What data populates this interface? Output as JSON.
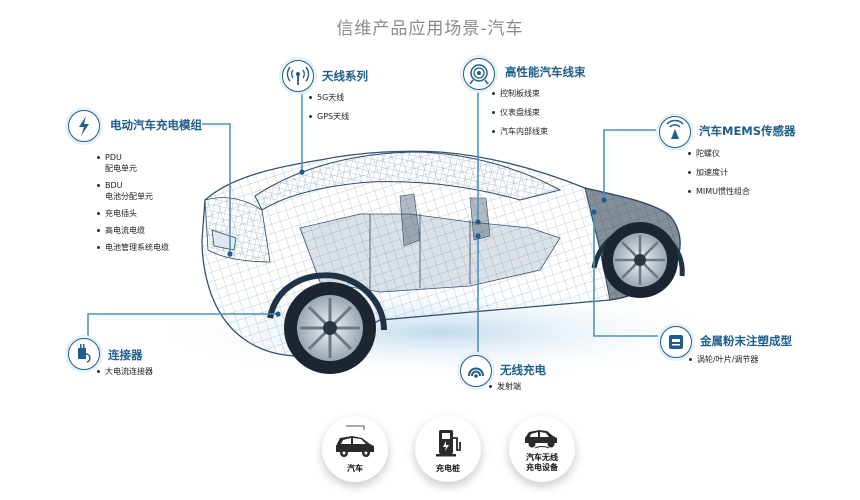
{
  "title": "信维产品应用场景-汽车",
  "categories": {
    "ev_module": {
      "heading": "电动汽车充电模组",
      "items": [
        [
          "PDU",
          "配电单元"
        ],
        [
          "BDU",
          "电池分配单元"
        ],
        [
          "充电插头"
        ],
        [
          "高电流电缆"
        ],
        [
          "电池管理系统电缆"
        ]
      ]
    },
    "antenna": {
      "heading": "天线系列",
      "items": [
        [
          "5G天线"
        ],
        [
          "GPS天线"
        ]
      ]
    },
    "harness": {
      "heading": "高性能汽车线束",
      "items": [
        [
          "控制板线束"
        ],
        [
          "仪表盘线束"
        ],
        [
          "汽车内部线束"
        ]
      ]
    },
    "mems": {
      "heading": "汽车MEMS传感器",
      "items": [
        [
          "陀螺仪"
        ],
        [
          "加速度计"
        ],
        [
          "MIMU惯性组合"
        ]
      ]
    },
    "connector": {
      "heading": "连接器",
      "items": [
        [
          "大电流连接器"
        ]
      ]
    },
    "wireless": {
      "heading": "无线充电",
      "items": [
        [
          "发射端"
        ]
      ]
    },
    "mim": {
      "heading": "金属粉末注塑成型",
      "items": [
        [
          "涡轮/叶片/调节器"
        ]
      ]
    }
  },
  "bottom_icons": [
    {
      "label": "汽车",
      "icon": "car-icon"
    },
    {
      "label": "充电桩",
      "icon": "charging-pile-icon"
    },
    {
      "label": "汽车无线充电设备",
      "line1": "汽车无线",
      "line2": "充电设备",
      "icon": "wireless-charging-car-icon"
    }
  ],
  "colors": {
    "accent": "#1f5e8c",
    "line": "#4f92bf",
    "title": "#8a8a8a"
  }
}
